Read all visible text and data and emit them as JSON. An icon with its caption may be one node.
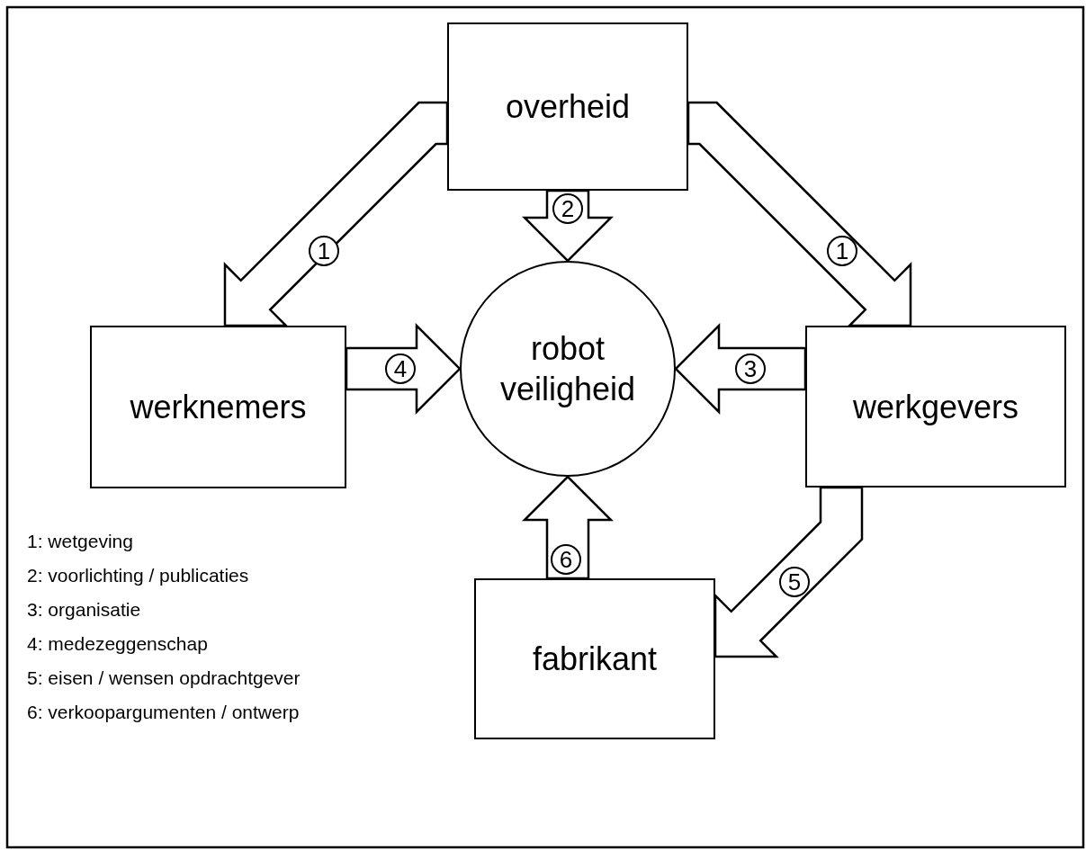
{
  "diagram": {
    "nodes": [
      {
        "text": [
          "overheid"
        ]
      },
      {
        "text": [
          "werknemers"
        ]
      },
      {
        "text": [
          "robot veiligheid"
        ]
      },
      {
        "text": [
          "werkgevers"
        ]
      },
      {
        "text": [
          "fabrikant"
        ]
      }
    ],
    "edges": [
      {
        "from": 0,
        "to": 1,
        "arrow": "to",
        "label": "1"
      },
      {
        "from": 0,
        "to": 3,
        "arrow": "to",
        "label": "1"
      },
      {
        "from": 0,
        "to": 2,
        "arrow": "to",
        "label": "2"
      },
      {
        "from": 1,
        "to": 2,
        "arrow": "to",
        "label": "4"
      },
      {
        "from": 3,
        "to": 2,
        "arrow": "to",
        "label": "3"
      },
      {
        "from": 4,
        "to": 2,
        "arrow": "to",
        "label": "6"
      },
      {
        "from": 3,
        "to": 4,
        "arrow": "to",
        "label": "5"
      }
    ],
    "labels": [
      "1: wetgeving",
      "2: voorlichting / publicaties",
      "3: organisatie",
      "4: medezeggenschap",
      "5: eisen / wensen opdrachtgever",
      "6: verkoopargumenten / ontwerp"
    ]
  }
}
